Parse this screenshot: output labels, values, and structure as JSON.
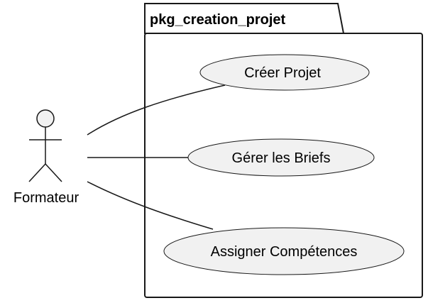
{
  "diagram": {
    "type": "use-case",
    "package": {
      "name": "pkg_creation_projet"
    },
    "actor": {
      "name": "Formateur"
    },
    "use_cases": [
      {
        "label": "Créer Projet"
      },
      {
        "label": "Gérer les Briefs"
      },
      {
        "label": "Assigner Compétences"
      }
    ],
    "associations": [
      {
        "from": "Formateur",
        "to": "Créer Projet"
      },
      {
        "from": "Formateur",
        "to": "Gérer les Briefs"
      },
      {
        "from": "Formateur",
        "to": "Assigner Compétences"
      }
    ],
    "colors": {
      "use_case_fill": "#f1f1f1",
      "stroke": "#181818",
      "package_fill": "#ffffff",
      "actor_fill": "#f1f1f1"
    }
  }
}
